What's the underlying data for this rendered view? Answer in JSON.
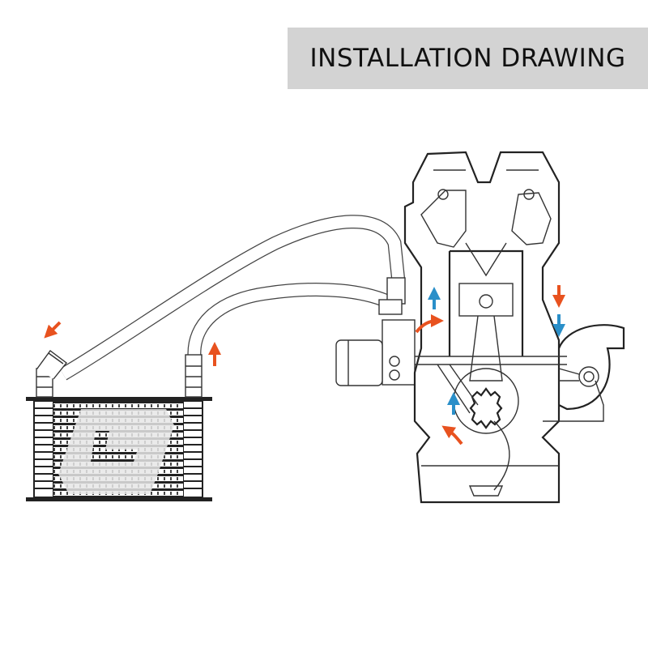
{
  "header": {
    "title": "INSTALLATION DRAWING"
  },
  "colors": {
    "flow_hot": "#e8521f",
    "flow_cold": "#2a8fc9",
    "title_bg": "#d3d3d3"
  },
  "icons": [
    "oil-cooler",
    "engine-cutaway",
    "sandwich-plate-adapter",
    "flow-arrow"
  ]
}
